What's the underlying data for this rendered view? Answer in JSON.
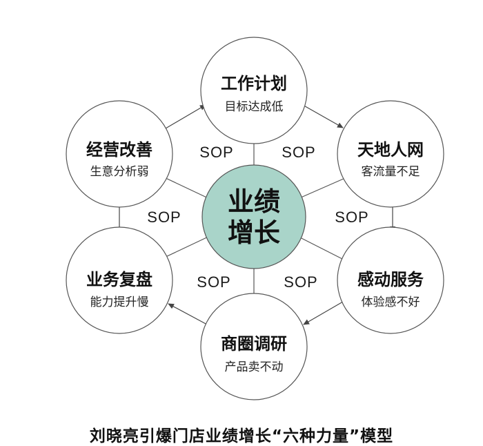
{
  "center": {
    "line1": "业绩",
    "line2": "增长",
    "fill": "#a9d4c9"
  },
  "nodes": [
    {
      "id": "plan",
      "title": "工作计划",
      "subtitle": "目标达成低"
    },
    {
      "id": "network",
      "title": "天地人网",
      "subtitle": "客流量不足"
    },
    {
      "id": "service",
      "title": "感动服务",
      "subtitle": "体验感不好"
    },
    {
      "id": "survey",
      "title": "商圈调研",
      "subtitle": "产品卖不动"
    },
    {
      "id": "review",
      "title": "业务复盘",
      "subtitle": "能力提升慢"
    },
    {
      "id": "improve",
      "title": "经营改善",
      "subtitle": "生意分析弱"
    }
  ],
  "sop_label": "SOP",
  "caption": "刘晓亮引爆门店业绩增长“六种力量”模型",
  "colors": {
    "stroke": "#555555",
    "arrow": "#444444",
    "background": "#ffffff"
  }
}
